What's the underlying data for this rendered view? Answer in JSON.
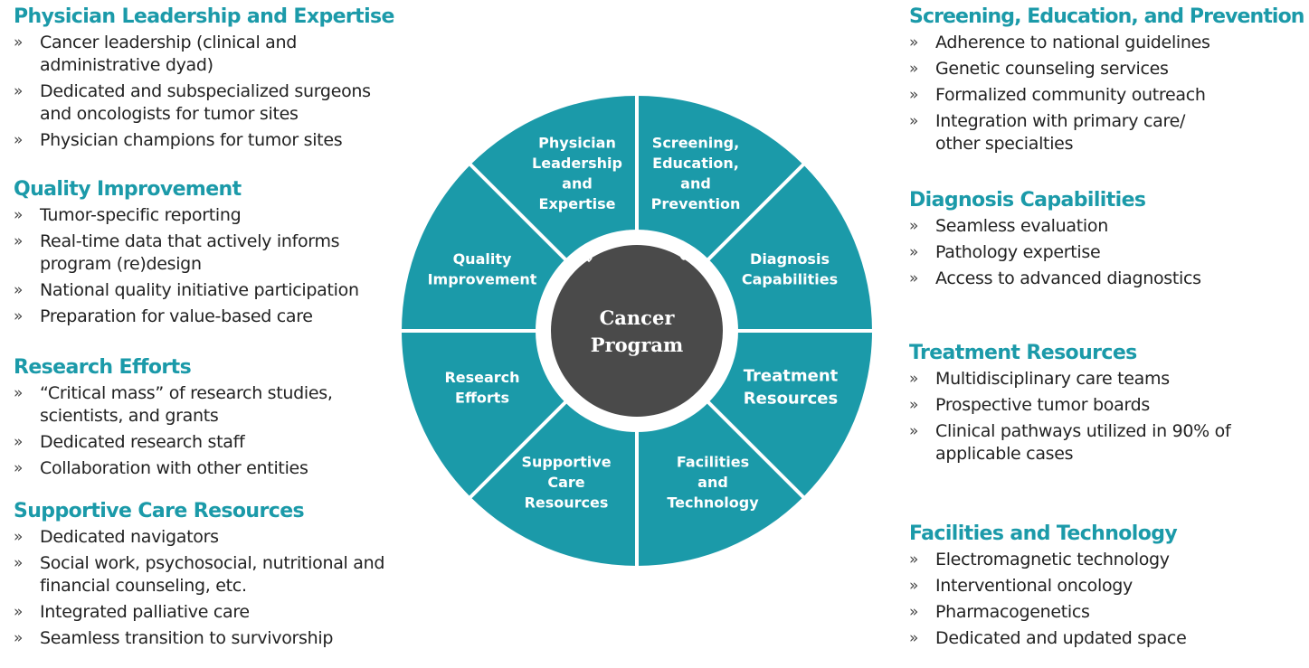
{
  "colors": {
    "accent": "#1b9aa9",
    "segment": "#1b9aa9",
    "center": "#4a4a4a",
    "divider": "#ffffff"
  },
  "center": {
    "arc_label": "BEST-OF-CLASS",
    "line1": "Cancer",
    "line2": "Program"
  },
  "wheel": {
    "segments": [
      {
        "lines": [
          "Physician",
          "Leadership",
          "and",
          "Expertise"
        ]
      },
      {
        "lines": [
          "Screening,",
          "Education,",
          "and",
          "Prevention"
        ]
      },
      {
        "lines": [
          "Diagnosis",
          "Capabilities"
        ]
      },
      {
        "lines": [
          "Treatment",
          "Resources"
        ]
      },
      {
        "lines": [
          "Facilities",
          "and",
          "Technology"
        ]
      },
      {
        "lines": [
          "Supportive",
          "Care",
          "Resources"
        ]
      },
      {
        "lines": [
          "Research",
          "Efforts"
        ]
      },
      {
        "lines": [
          "Quality",
          "Improvement"
        ]
      }
    ]
  },
  "left": [
    {
      "title": "Physician Leadership and Expertise",
      "items": [
        "Cancer leadership (clinical and administrative dyad)",
        "Dedicated and subspecialized surgeons and oncologists for tumor sites",
        "Physician champions for tumor sites"
      ]
    },
    {
      "title": "Quality Improvement",
      "items": [
        "Tumor-specific reporting",
        "Real-time data that actively informs program (re)design",
        "National quality initiative participation",
        "Preparation for value-based care"
      ]
    },
    {
      "title": "Research Efforts",
      "items": [
        "“Critical mass” of research studies, scientists, and grants",
        "Dedicated research staff",
        "Collaboration with other entities"
      ]
    },
    {
      "title": "Supportive Care Resources",
      "items": [
        "Dedicated navigators",
        "Social work, psychosocial, nutritional and financial counseling, etc.",
        "Integrated palliative care",
        "Seamless transition to survivorship"
      ]
    }
  ],
  "right": [
    {
      "title": "Screening, Education, and Prevention",
      "items": [
        "Adherence to national guidelines",
        "Genetic counseling services",
        "Formalized community outreach",
        "Integration with primary care/ other specialties"
      ]
    },
    {
      "title": "Diagnosis Capabilities",
      "items": [
        "Seamless evaluation",
        "Pathology expertise",
        "Access to advanced diagnostics"
      ]
    },
    {
      "title": "Treatment Resources",
      "items": [
        "Multidisciplinary care teams",
        "Prospective tumor boards",
        "Clinical pathways utilized in 90% of applicable cases"
      ]
    },
    {
      "title": "Facilities and Technology",
      "items": [
        "Electromagnetic technology",
        "Interventional oncology",
        "Pharmacogenetics",
        "Dedicated and updated space"
      ]
    }
  ],
  "bullet_glyph": "»"
}
